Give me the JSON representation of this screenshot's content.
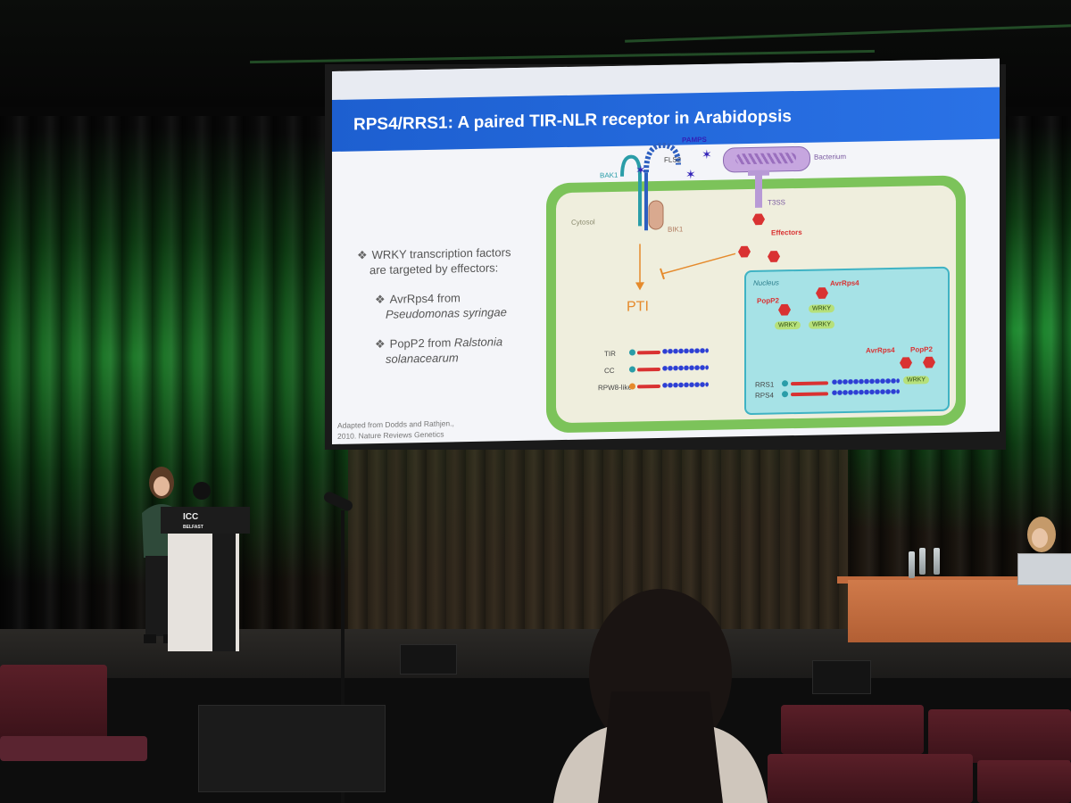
{
  "slide": {
    "title": "RPS4/RRS1: A paired TIR-NLR receptor in Arabidopsis",
    "bullets": [
      {
        "text": "WRKY transcription factors",
        "text2": "are targeted by effectors:"
      },
      {
        "text": "AvrRps4 from",
        "text2": "Pseudomonas syringae"
      },
      {
        "text": "PopP2 from ",
        "emph": "Ralstonia",
        "text2": "solanacearum"
      }
    ],
    "credit_line1": "Adapted from Dodds and Rathjen.,",
    "credit_line2": "2010. Nature Reviews Genetics",
    "diagram": {
      "pamps": "PAMPS",
      "fls2": "FLS2",
      "bak1": "BAK1",
      "bik1": "BIK1",
      "bacterium": "Bacterium",
      "t3ss": "T3SS",
      "cytosol": "Cytosol",
      "effectors": "Effectors",
      "pti": "PTI",
      "nucleus": "Nucleus",
      "avrrps4_a": "AvrRps4",
      "popp2_a": "PopP2",
      "wrky": "WRKY",
      "avrrps4_b": "AvrRps4",
      "popp2_b": "PopP2",
      "rrs1": "RRS1",
      "rps4": "RPS4",
      "nlr_types": [
        "TIR",
        "CC",
        "RPW8-like"
      ]
    }
  },
  "podium_logo": [
    "ICC",
    "BELFAST"
  ],
  "colors": {
    "title_bar": "#2a72e6",
    "cell_wall": "#7cc35a",
    "nucleus": "#a6e2e6",
    "effector": "#d93232",
    "pti": "#e58a2c",
    "curtain": "#1f7a2a"
  }
}
